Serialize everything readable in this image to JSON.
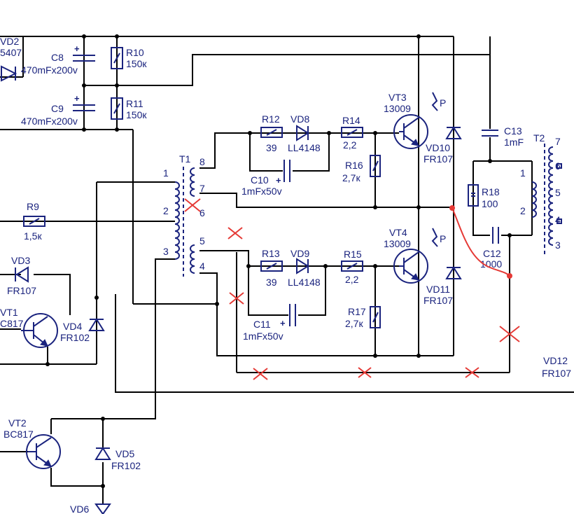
{
  "colors": {
    "wire": "#000000",
    "component": "#1a237e",
    "annotation": "#e53935",
    "background": "#ffffff"
  },
  "components": {
    "vd2": {
      "name": "VD2",
      "value": "5407"
    },
    "c8": {
      "name": "C8",
      "value": "470mFx200v"
    },
    "c9": {
      "name": "C9",
      "value": "470mFx200v"
    },
    "r10": {
      "name": "R10",
      "value": "150к"
    },
    "r11": {
      "name": "R11",
      "value": "150к"
    },
    "r12": {
      "name": "R12",
      "value": "39"
    },
    "vd8": {
      "name": "VD8",
      "value": "LL4148"
    },
    "r14": {
      "name": "R14",
      "value": "2,2"
    },
    "vt3": {
      "name": "VT3",
      "value": "13009"
    },
    "c10": {
      "name": "C10",
      "value": "1mFx50v"
    },
    "r16": {
      "name": "R16",
      "value": "2,7к"
    },
    "vd10": {
      "name": "VD10",
      "value": "FR107"
    },
    "c13": {
      "name": "C13",
      "value": "1mF"
    },
    "t2": {
      "name": "T2"
    },
    "r18": {
      "name": "R18",
      "value": "100"
    },
    "c12": {
      "name": "C12",
      "value": "1000"
    },
    "t1": {
      "name": "T1"
    },
    "r9": {
      "name": "R9",
      "value": "1,5к"
    },
    "r13": {
      "name": "R13",
      "value": "39"
    },
    "vd9": {
      "name": "VD9",
      "value": "LL4148"
    },
    "r15": {
      "name": "R15",
      "value": "2,2"
    },
    "vt4": {
      "name": "VT4",
      "value": "13009"
    },
    "r17": {
      "name": "R17",
      "value": "2,7к"
    },
    "vd11": {
      "name": "VD11",
      "value": "FR107"
    },
    "c11": {
      "name": "C11",
      "value": "1mFx50v"
    },
    "vd3": {
      "name": "VD3",
      "value": "FR107"
    },
    "vt1": {
      "name": "VT1",
      "value": "C817"
    },
    "vd4": {
      "name": "VD4",
      "value": "FR102"
    },
    "vd12": {
      "name": "VD12",
      "value": "FR107"
    },
    "vt2": {
      "name": "VT2",
      "value": "BC817"
    },
    "vd5": {
      "name": "VD5",
      "value": "FR102"
    },
    "vd6": {
      "name": "VD6"
    }
  },
  "markers": {
    "plus": "+",
    "p": "P"
  },
  "t1_pins": [
    "1",
    "2",
    "3",
    "8",
    "7",
    "6",
    "5",
    "4"
  ],
  "t2_pins": [
    "7",
    "6",
    "5",
    "4",
    "3",
    "1",
    "2"
  ]
}
